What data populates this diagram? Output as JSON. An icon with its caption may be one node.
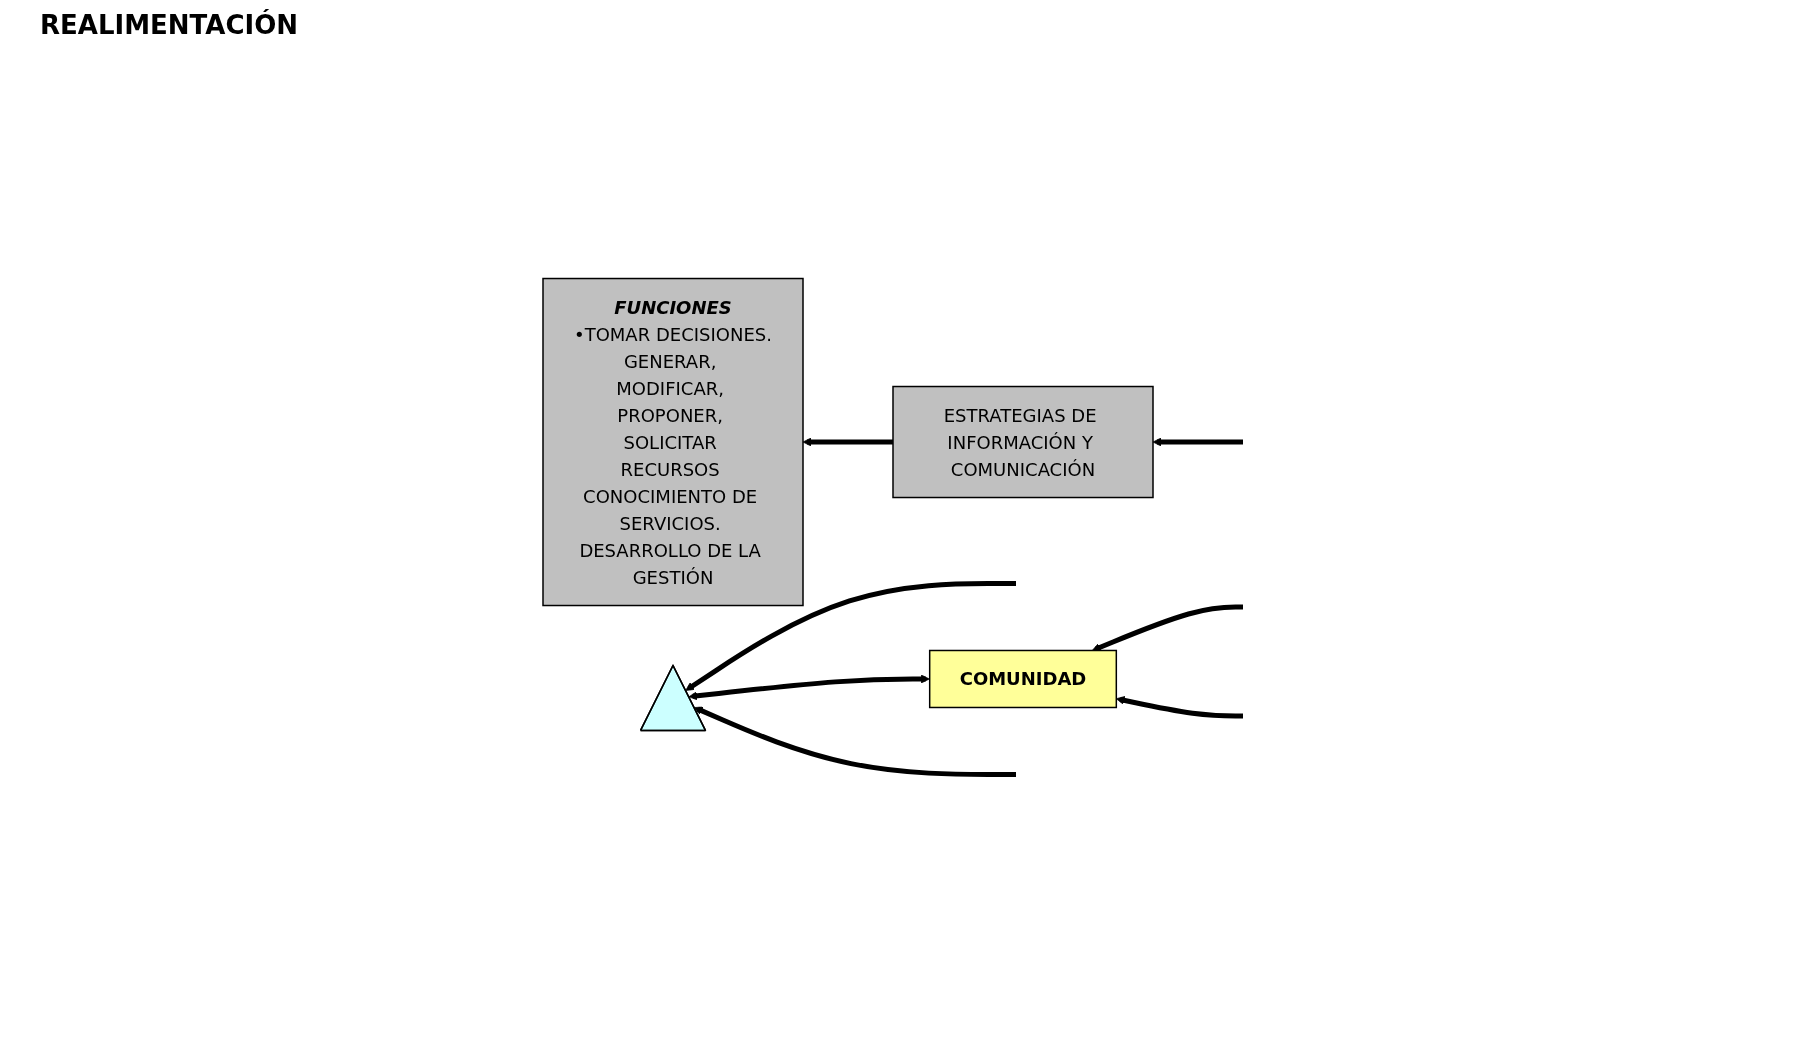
{
  "diagram": {
    "nodes": [
      {
        "text": [
          "FUNCIONES",
          "•TOMAR DECISIONES.",
          "GENERAR, MODIFICAR, PROPONER, SOLICITAR RECURSOS CONOCIMIENTO DE SERVICIOS. DESARROLLO DE LA GESTIÓN"
        ]
      },
      {
        "text": [
          "ESTRATEGIAS DE INFORMACIÓN Y COMUNICACIÓN"
        ]
      },
      {
        "text": [
          "COMUNIDAD"
        ]
      },
      {
        "text": [],
        "shape": "triangle"
      }
    ],
    "edges": [
      {
        "from": null,
        "to": 1,
        "arrow": "to"
      },
      {
        "from": 1,
        "to": 0,
        "arrow": "to"
      },
      {
        "from": null,
        "to": 3,
        "arrow": "to"
      },
      {
        "from": 2,
        "to": 3,
        "arrow": "both"
      },
      {
        "from": null,
        "to": 3,
        "arrow": "to"
      },
      {
        "from": null,
        "to": 2,
        "arrow": "to"
      },
      {
        "from": null,
        "to": 2,
        "arrow": "to"
      }
    ],
    "labels": [
      "REALIMENTACIÓN"
    ]
  }
}
